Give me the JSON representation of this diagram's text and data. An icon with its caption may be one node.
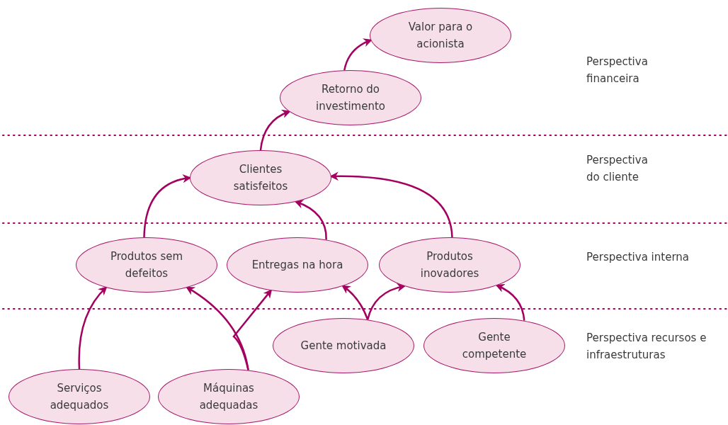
{
  "diagram": {
    "nodes": [
      {
        "text": [
          "Valor para o acionista"
        ]
      },
      {
        "text": [
          "Retorno do investimento"
        ]
      },
      {
        "text": [
          "Clientes satisfeitos"
        ]
      },
      {
        "text": [
          "Produtos sem defeitos"
        ]
      },
      {
        "text": [
          "Entregas na hora"
        ]
      },
      {
        "text": [
          "Produtos inovadores"
        ]
      },
      {
        "text": [
          "Gente motivada"
        ]
      },
      {
        "text": [
          "Gente competente"
        ]
      },
      {
        "text": [
          "Serviços adequados"
        ]
      },
      {
        "text": [
          "Máquinas adequadas"
        ]
      }
    ],
    "edges": [
      {
        "from": 1,
        "to": 0,
        "arrow": "to"
      },
      {
        "from": 2,
        "to": 1,
        "arrow": "to"
      },
      {
        "from": 3,
        "to": 2,
        "arrow": "to"
      },
      {
        "from": 4,
        "to": 2,
        "arrow": "to"
      },
      {
        "from": 5,
        "to": 2,
        "arrow": "to"
      },
      {
        "from": 8,
        "to": 3,
        "arrow": "to"
      },
      {
        "from": 9,
        "to": 3,
        "arrow": "to"
      },
      {
        "from": 9,
        "to": 4,
        "arrow": "to"
      },
      {
        "from": 6,
        "to": 4,
        "arrow": "to"
      },
      {
        "from": 6,
        "to": 5,
        "arrow": "to"
      },
      {
        "from": 7,
        "to": 5,
        "arrow": "to"
      }
    ],
    "labels": [
      "Perspectiva financeira",
      "Perspectiva do cliente",
      "Perspectiva interna",
      "Perspectiva recursos e infraestruturas"
    ]
  }
}
